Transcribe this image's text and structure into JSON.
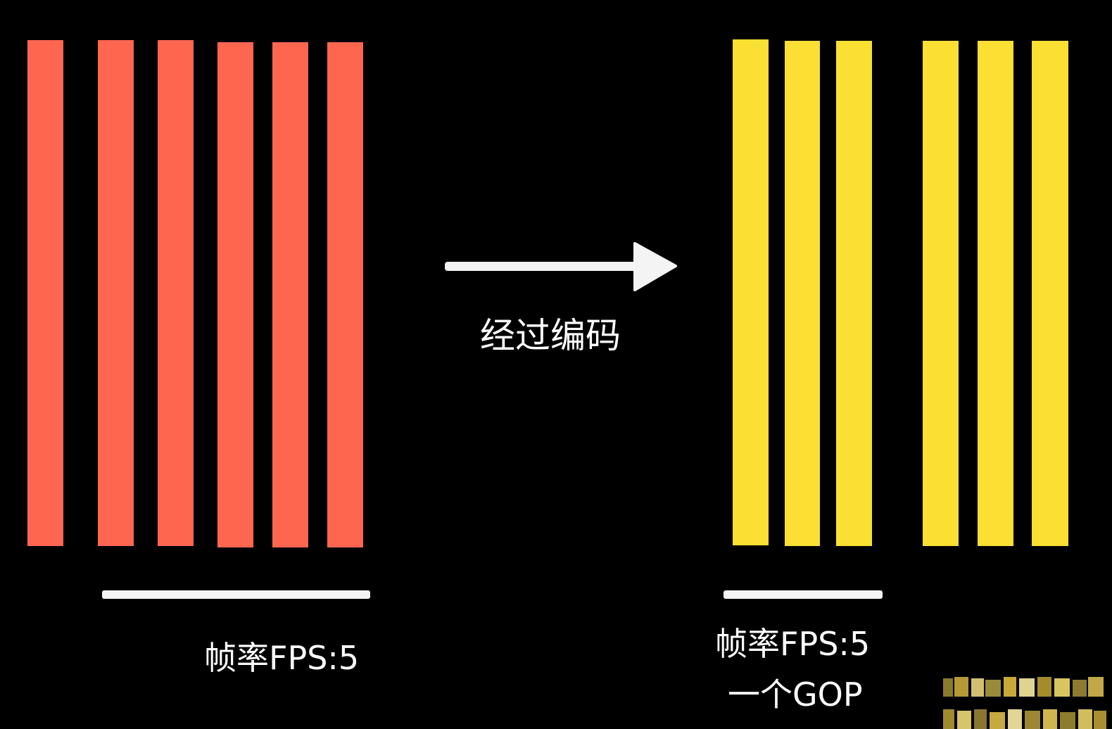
{
  "encode_label": "经过编码",
  "left_group": {
    "frame_rate_label": "帧率FPS:5",
    "bar_color": "#FF6650",
    "frame_count": 6
  },
  "right_group": {
    "frame_rate_label": "帧率FPS:5",
    "gop_label": "一个GOP",
    "bar_color": "#FBDF32",
    "frame_count": 6
  },
  "colors": {
    "background": "#000000",
    "text": "#FFFFFF"
  }
}
